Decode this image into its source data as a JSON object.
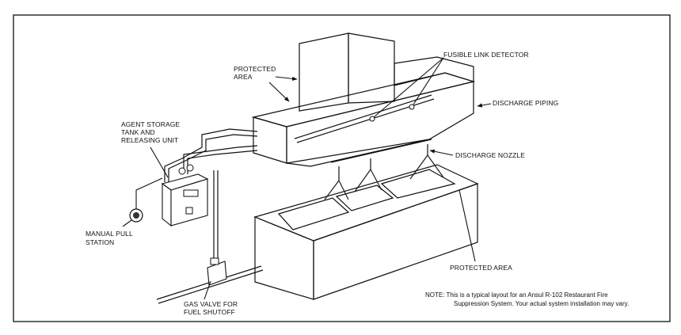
{
  "labels": {
    "fusible_link_detector": "FUSIBLE LINK DETECTOR",
    "protected_area_top_1": "PROTECTED",
    "protected_area_top_2": "AREA",
    "discharge_piping": "DISCHARGE PIPING",
    "agent_storage_1": "AGENT STORAGE",
    "agent_storage_2": "TANK AND",
    "agent_storage_3": "RELEASING UNIT",
    "discharge_nozzle": "DISCHARGE NOZZLE",
    "manual_pull_1": "MANUAL PULL",
    "manual_pull_2": "STATION",
    "protected_area_bottom": "PROTECTED AREA",
    "gas_valve_1": "GAS VALVE FOR",
    "gas_valve_2": "FUEL SHUTOFF"
  },
  "note": {
    "line1": "NOTE: This is a typical layout for an Ansul R-102 Restaurant Fire",
    "line2": "Suppression System. Your actual system installation may vary."
  },
  "colors": {
    "ink": "#111111",
    "hood_fill": "#8a8a8a",
    "paper": "#ffffff"
  }
}
